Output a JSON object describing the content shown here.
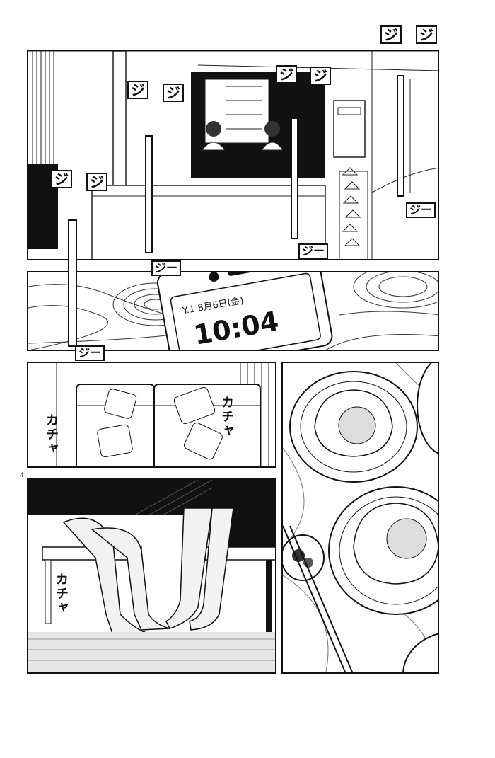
{
  "page_number": "4",
  "phone": {
    "status_line": "Y.1 8月6日(金)",
    "time": "10:04"
  },
  "sfx": {
    "zi": "ジ",
    "ji_long": "ジー",
    "kacha": "カチャ"
  }
}
